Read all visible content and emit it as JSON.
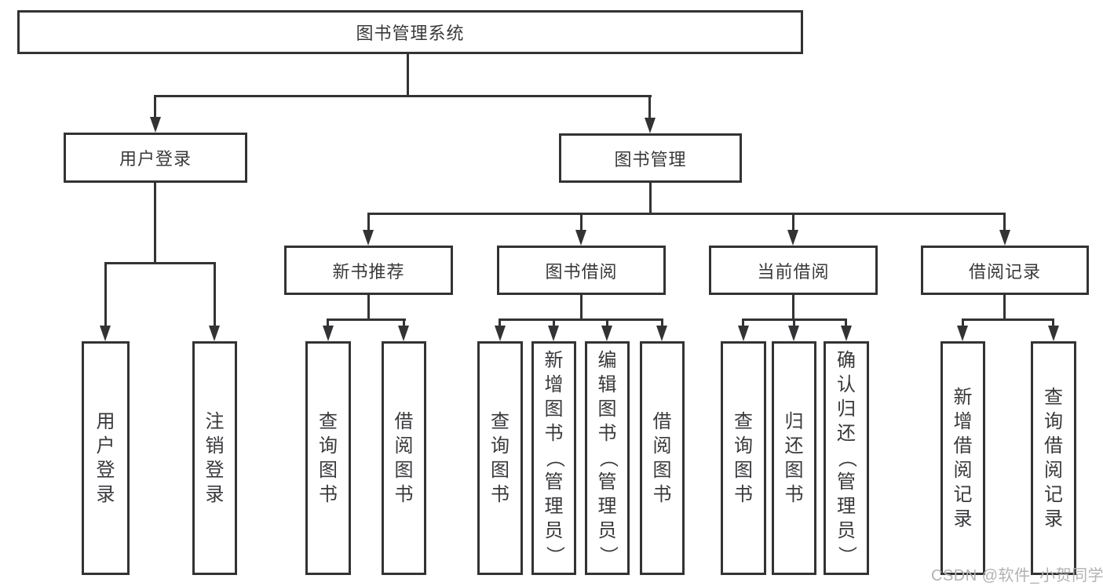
{
  "diagram": {
    "root": {
      "label": "图书管理系统"
    },
    "level2": [
      {
        "label": "用户登录"
      },
      {
        "label": "图书管理"
      }
    ],
    "level3": [
      {
        "label": "新书推荐"
      },
      {
        "label": "图书借阅"
      },
      {
        "label": "当前借阅"
      },
      {
        "label": "借阅记录"
      }
    ],
    "leaves": [
      {
        "label": "用户登录"
      },
      {
        "label": "注销登录"
      },
      {
        "label": "查询图书"
      },
      {
        "label": "借阅图书"
      },
      {
        "label": "查询图书"
      },
      {
        "label": "新增图书（管理员）"
      },
      {
        "label": "编辑图书（管理员）"
      },
      {
        "label": "借阅图书"
      },
      {
        "label": "查询图书"
      },
      {
        "label": "归还图书"
      },
      {
        "label": "确认归还（管理员）"
      },
      {
        "label": "新增借阅记录"
      },
      {
        "label": "查询借阅记录"
      }
    ]
  },
  "watermark": {
    "text": "CSDN @软件_小贺同学"
  },
  "colors": {
    "line": "#333336",
    "text": "#39393d",
    "watermark": "#b2b2b5",
    "background": "#ffffff"
  }
}
